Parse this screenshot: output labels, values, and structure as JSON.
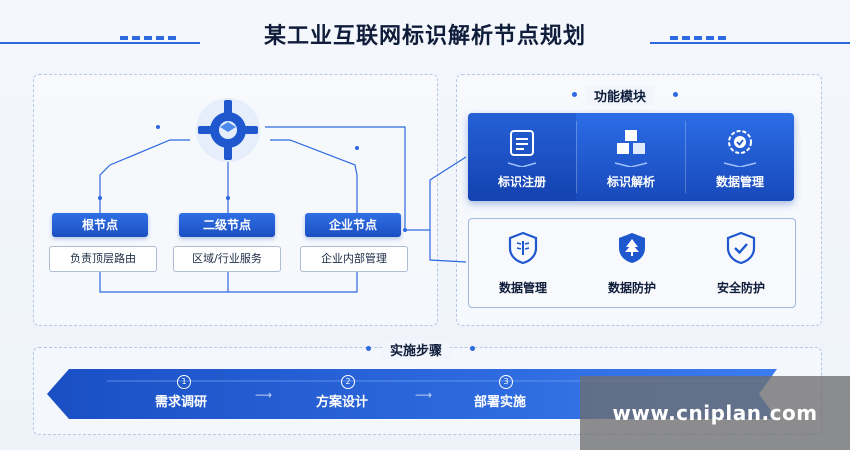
{
  "title": "某工业互联网标识解析节点规划",
  "colors": {
    "primary": "#1f57cf",
    "accent": "#2d6ae0",
    "text": "#0f1d3a"
  },
  "hub_icon": "gear-network-icon",
  "nodes": [
    {
      "name": "根节点",
      "desc": "负责顶层路由"
    },
    {
      "name": "二级节点",
      "desc": "区域/行业服务"
    },
    {
      "name": "企业节点",
      "desc": "企业内部管理"
    }
  ],
  "modules": {
    "title": "功能模块",
    "row1": [
      {
        "label": "标识注册",
        "icon": "document-list-icon"
      },
      {
        "label": "标识解析",
        "icon": "cubes-icon"
      },
      {
        "label": "数据管理",
        "icon": "gear-shield-icon"
      }
    ],
    "row2": [
      {
        "label": "数据管理",
        "icon": "book-shield-icon"
      },
      {
        "label": "数据防护",
        "icon": "tree-shield-icon"
      },
      {
        "label": "安全防护",
        "icon": "check-shield-icon"
      }
    ]
  },
  "steps": {
    "title": "实施步骤",
    "items": [
      {
        "num": "1",
        "label": "需求调研"
      },
      {
        "num": "2",
        "label": "方案设计"
      },
      {
        "num": "3",
        "label": "部署实施"
      }
    ]
  },
  "watermark": "www.cniplan.com"
}
